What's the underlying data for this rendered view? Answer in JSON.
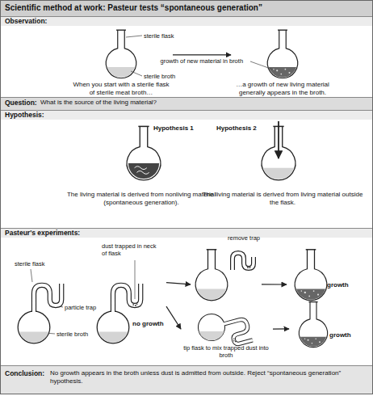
{
  "diagram": {
    "title": "Scientific method at work: Pasteur tests “spontaneous generation”",
    "nodes": [
      {
        "text": [
          "Observation:"
        ]
      },
      {
        "text": [
          "When you start with a sterile flask of sterile meat broth…"
        ],
        "in": 0
      },
      {
        "text": [
          "…a growth of new living material generally appears in the broth."
        ],
        "in": 0
      },
      {
        "text": [
          "Question:",
          "What is the source of the living material?"
        ]
      },
      {
        "text": [
          "Hypothesis:"
        ]
      },
      {
        "text": [
          "Hypothesis 1",
          "The living material is derived from nonliving material (spontaneous generation)."
        ],
        "in": 4
      },
      {
        "text": [
          "Hypothesis 2",
          "The living material is derived from living material outside the flask."
        ],
        "in": 4
      },
      {
        "text": [
          "Pasteur's experiments:"
        ]
      },
      {
        "text": [
          "sterile flask"
        ],
        "in": 7
      },
      {
        "text": [
          "dust trapped in neck of flask",
          "no growth"
        ],
        "in": 7
      },
      {
        "text": [
          "remove trap"
        ],
        "in": 7
      },
      {
        "text": [
          "growth"
        ],
        "in": 7
      },
      {
        "text": [
          "tip flask to mix trapped dust into broth"
        ],
        "in": 7
      },
      {
        "text": [
          "growth"
        ],
        "in": 7
      },
      {
        "text": [
          "Conclusion:",
          "No growth appears in the broth unless dust is admitted from outside. Reject “spontaneous generation” hypothesis."
        ]
      }
    ],
    "edges": [
      {
        "from": 1,
        "to": 2,
        "arrow": "to",
        "label": "growth of new material in broth"
      },
      {
        "from": 9,
        "to": 10,
        "arrow": "to"
      },
      {
        "from": 10,
        "to": 11,
        "arrow": "to"
      },
      {
        "from": 9,
        "to": 12,
        "arrow": "to"
      },
      {
        "from": 12,
        "to": 13,
        "arrow": "to"
      }
    ],
    "labels": [
      "sterile flask",
      "sterile broth",
      "particle trap",
      "sterile broth"
    ]
  }
}
